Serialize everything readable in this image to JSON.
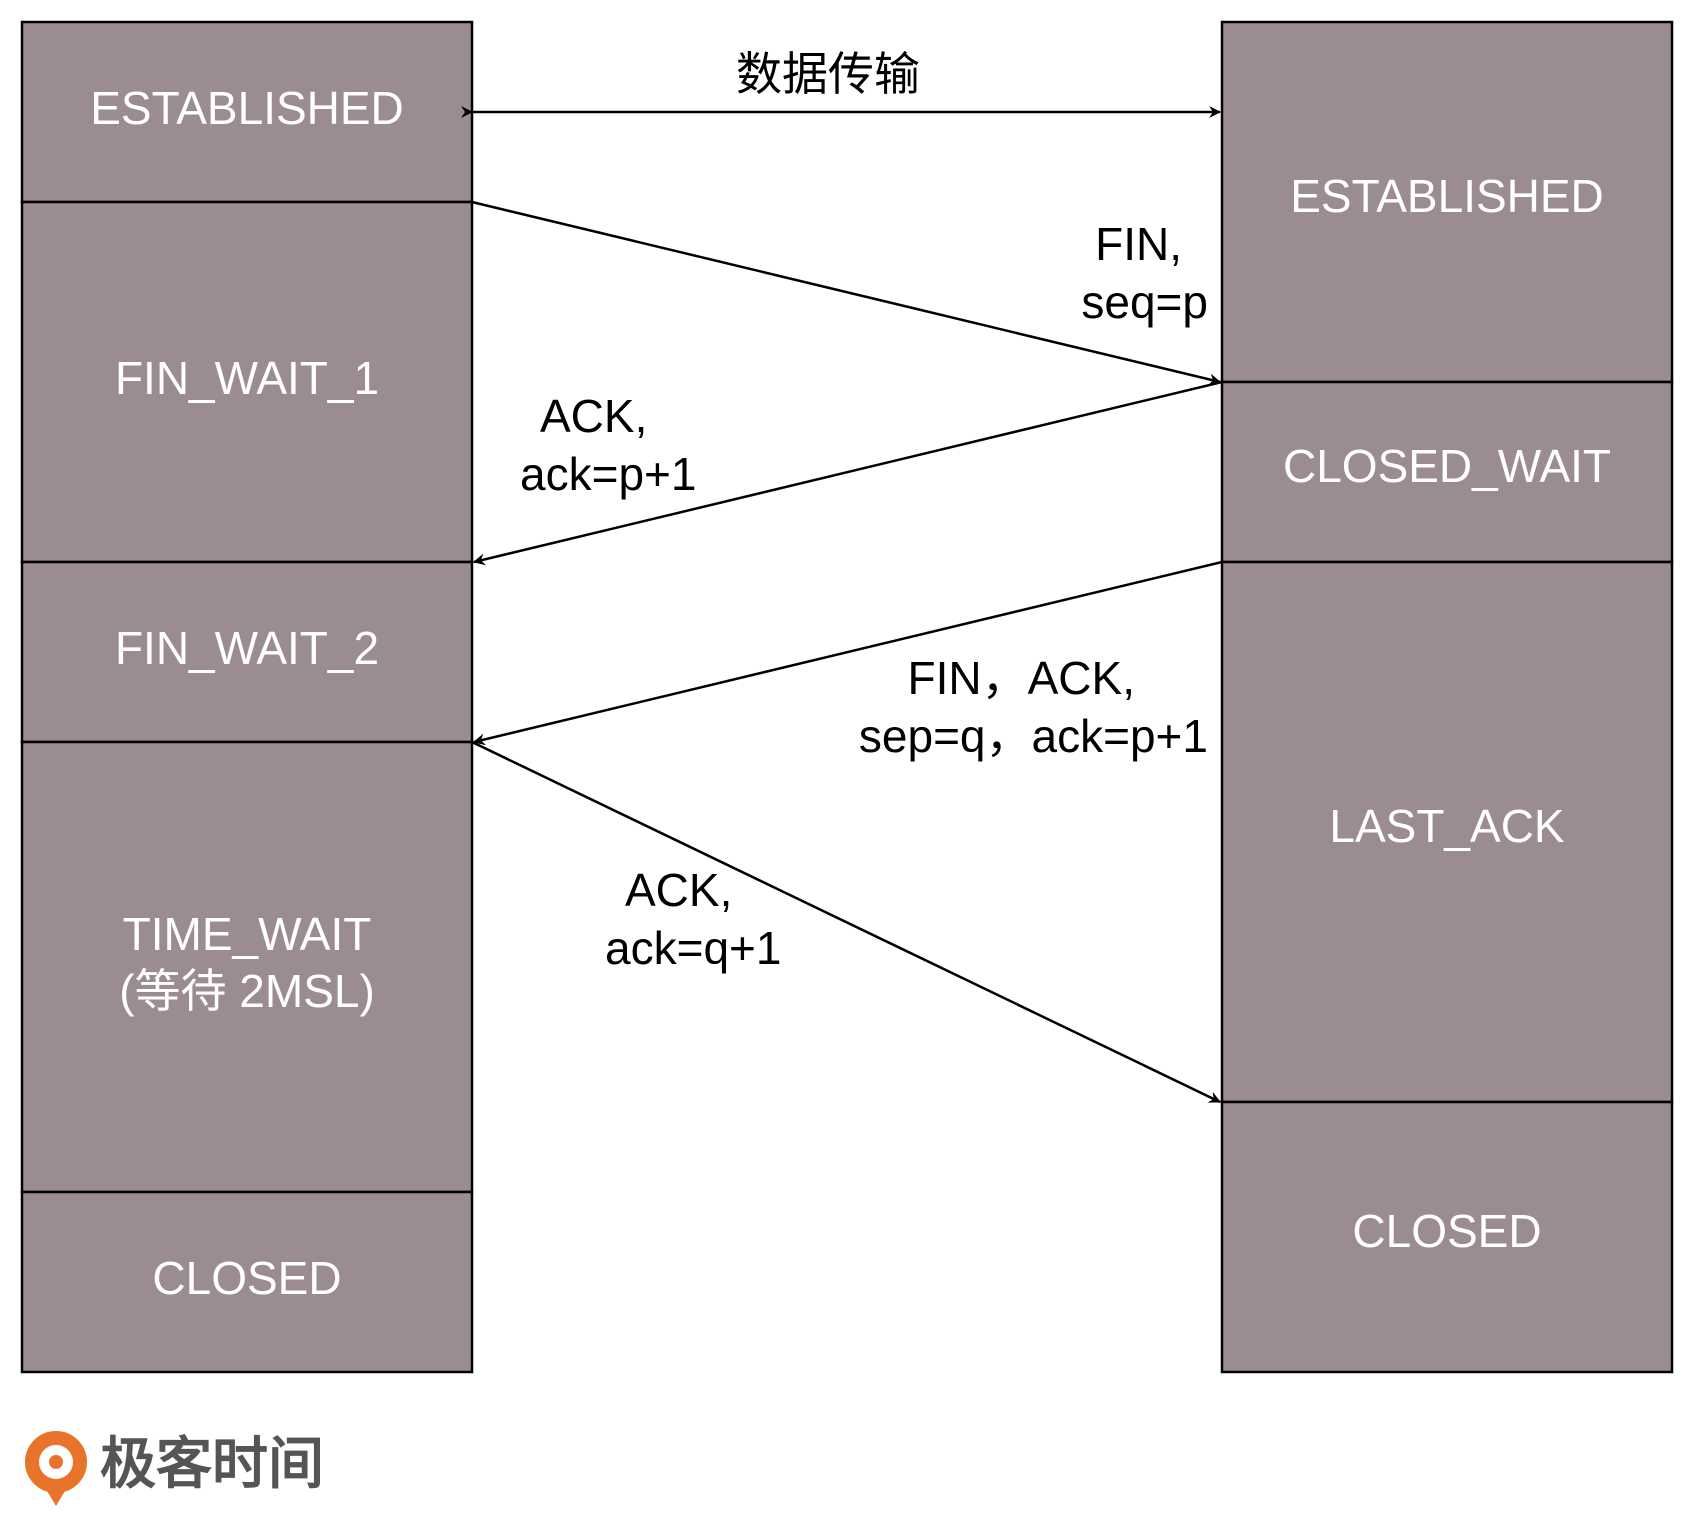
{
  "left_column": {
    "states": [
      {
        "lines": [
          "ESTABLISHED"
        ]
      },
      {
        "lines": [
          "FIN_WAIT_1"
        ]
      },
      {
        "lines": [
          "FIN_WAIT_2"
        ]
      },
      {
        "lines": [
          "TIME_WAIT",
          "(等待 2MSL)"
        ]
      },
      {
        "lines": [
          "CLOSED"
        ]
      }
    ]
  },
  "right_column": {
    "states": [
      {
        "lines": [
          "ESTABLISHED"
        ]
      },
      {
        "lines": [
          "CLOSED_WAIT"
        ]
      },
      {
        "lines": [
          "LAST_ACK"
        ]
      },
      {
        "lines": [
          "CLOSED"
        ]
      }
    ]
  },
  "messages": [
    {
      "lines": [
        "数据传输"
      ]
    },
    {
      "lines": [
        "FIN,",
        "seq=p"
      ]
    },
    {
      "lines": [
        "ACK,",
        "ack=p+1"
      ]
    },
    {
      "lines": [
        "FIN，ACK,",
        "sep=q，ack=p+1"
      ]
    },
    {
      "lines": [
        "ACK,",
        "ack=q+1"
      ]
    }
  ],
  "logo": {
    "text": "极客时间",
    "icon": "geektime-logo-icon"
  },
  "colors": {
    "state_fill": "#9a8c90",
    "state_text": "#ffffff",
    "logo_orange": "#e8732a"
  }
}
